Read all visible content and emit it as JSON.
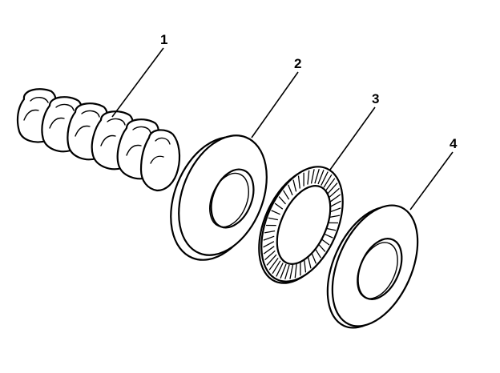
{
  "diagram": {
    "colors": {
      "ink": "#000000",
      "paper": "#ffffff"
    },
    "callouts": [
      {
        "id": "spring",
        "label": "1"
      },
      {
        "id": "washer-front",
        "label": "2"
      },
      {
        "id": "thrust-bearing",
        "label": "3"
      },
      {
        "id": "washer-rear",
        "label": "4"
      }
    ]
  }
}
